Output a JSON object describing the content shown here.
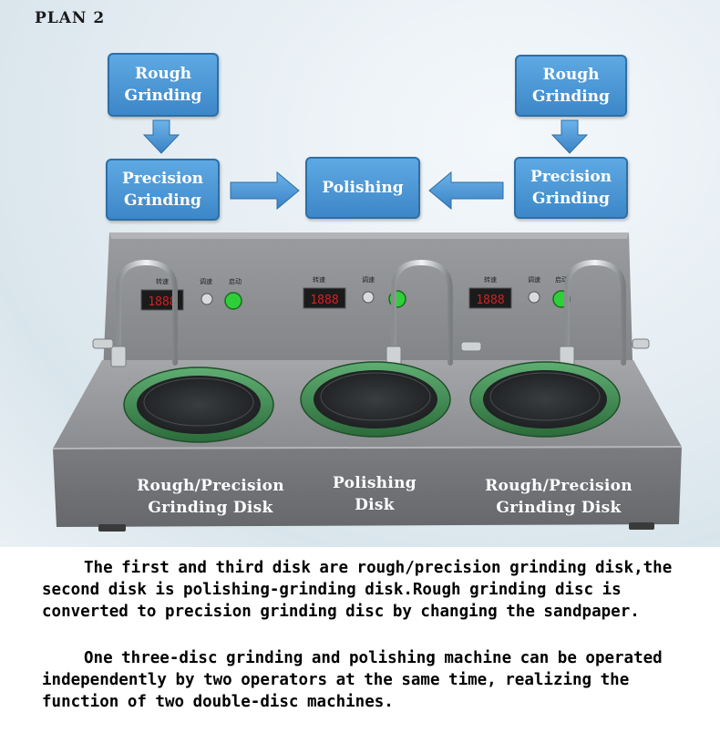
{
  "plan_title": "PLAN 2",
  "flow": {
    "left_top": "Rough Grinding",
    "left_mid": "Precision Grinding",
    "center": "Polishing",
    "right_top": "Rough Grinding",
    "right_mid": "Precision Grinding"
  },
  "machine": {
    "panel_label_speed": "转速",
    "panel_label_adjust": "调速",
    "panel_label_start": "启动",
    "colors": {
      "body": "#86888c",
      "disk_ring": "#3f8a52",
      "button": "#2fcf3a",
      "display": "#d22222"
    }
  },
  "disk_labels": {
    "left": "Rough/Precision Grinding Disk",
    "center": "Polishing Disk",
    "right": "Rough/Precision Grinding Disk"
  },
  "paragraphs": [
    "The first and third disk are rough/precision grinding disk,the second disk is polishing-grinding disk.Rough grinding disc is converted to precision grinding disc by changing the sandpaper.",
    "One three-disc grinding and polishing machine can be operated independently by two operators at the same time, realizing the function of two double-disc machines."
  ]
}
